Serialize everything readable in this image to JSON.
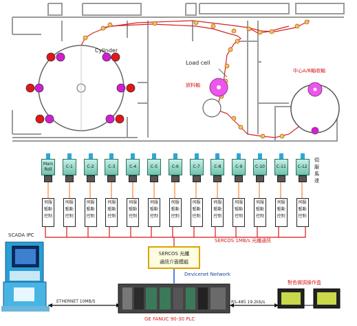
{
  "labels": {
    "cylinder": "Cylinder",
    "load_cell": "Load cell",
    "unwind_shaft": "放料軸",
    "center_winder": "中心A/B軸收軸",
    "servo_motor": "伺服馬達",
    "sercos_network": "SERCOS 1MB/s 光纖通訊",
    "sercos_module_line1": "SERCOS 光纖",
    "sercos_module_line2": "通訊介面模組",
    "devicenet": "Devicenet Network",
    "scada": "SCADA IPC",
    "ethernet": "ETHERNET 10MB/S",
    "plc": "GE FANUC 90-30 PLC",
    "rs485": "RS-485 19.2kb/s",
    "operator_panel": "對色微調操作盒"
  },
  "motors": [
    "Main Roll",
    "C-1",
    "C-2",
    "C-3",
    "C-4",
    "C-5",
    "C-6",
    "C-7",
    "C-8",
    "C-9",
    "C-10",
    "C-11",
    "C-12"
  ],
  "drive_text": [
    "伺",
    "服",
    "驅",
    "動",
    "控",
    "制"
  ],
  "colors": {
    "web_line": "#d42020",
    "machine_frame": "#9a9a9a",
    "roller_red": "#e01818",
    "roller_magenta": "#d21ed2",
    "roller_orange": "#e8a030",
    "motor_body": "#7fcab5",
    "shaft_blue": "#29a9d8",
    "network_red": "#d81818",
    "devicenet_blue": "#2255cc",
    "sercos_box_border": "#d9a400"
  }
}
